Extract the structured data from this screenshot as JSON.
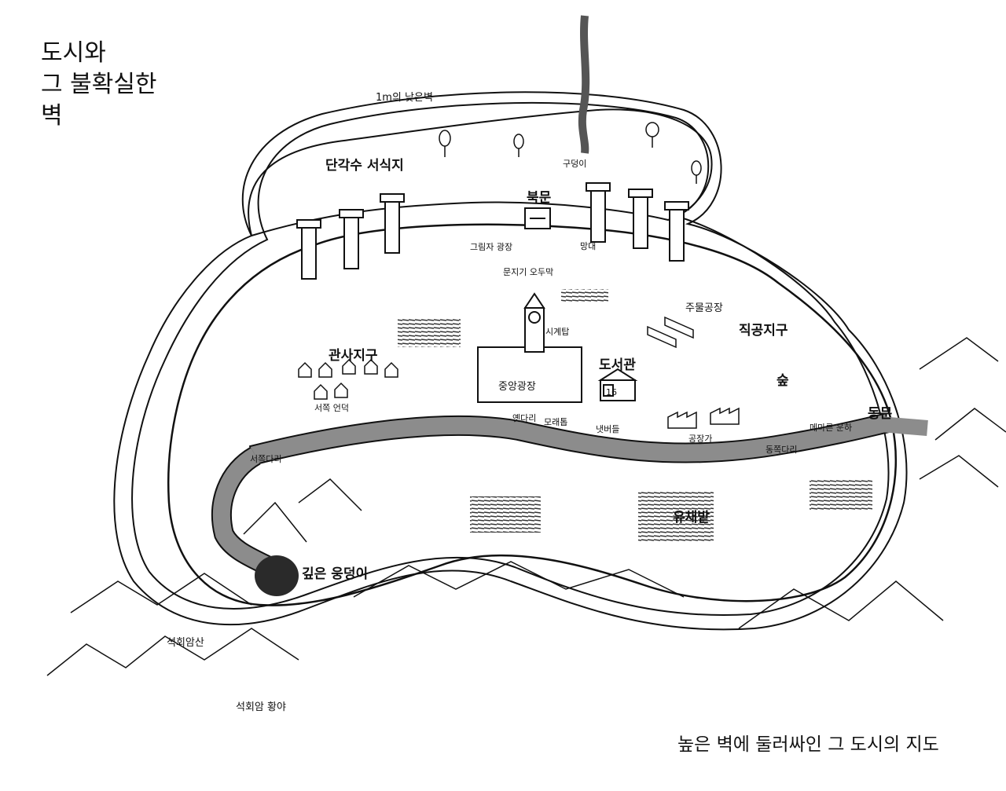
{
  "title": {
    "line1": "도시와",
    "line2": "그 불확실한",
    "line3": "벽"
  },
  "caption": "높은 벽에 둘러싸인 그 도시의 지도",
  "labels": {
    "low_wall": "1m의 낮은벽",
    "unicorn_habitat": "단각수 서식지",
    "pit": "구덩이",
    "north_gate": "북문",
    "watchtower": "망대",
    "shadow_square": "그림자 광장",
    "gatekeeper_hut": "문지기 오두막",
    "clock_tower": "시계탑",
    "foundry": "주물공장",
    "artisan_district": "직공지구",
    "official_district": "관사지구",
    "central_square": "중앙광장",
    "library": "도서관",
    "west_hill": "서쪽 언덕",
    "old_bridge": "옛다리",
    "sandbar": "모래톱",
    "willows": "냇버들",
    "factory_street": "공장가",
    "forest": "숲",
    "east_bridge": "동쪽다리",
    "east_gate": "동문",
    "meadow": "메마른 운하",
    "west_bridge": "서쪽다리",
    "rapeseed_field": "유채밭",
    "deep_pool": "깊은 웅덩이",
    "limestone_mountain": "석회암산",
    "limestone_wilderness": "석회암 황야",
    "library_number": "16"
  },
  "colors": {
    "ink": "#111111",
    "river": "#8c8c8c",
    "pool": "#2a2a2a",
    "paper": "#ffffff"
  }
}
